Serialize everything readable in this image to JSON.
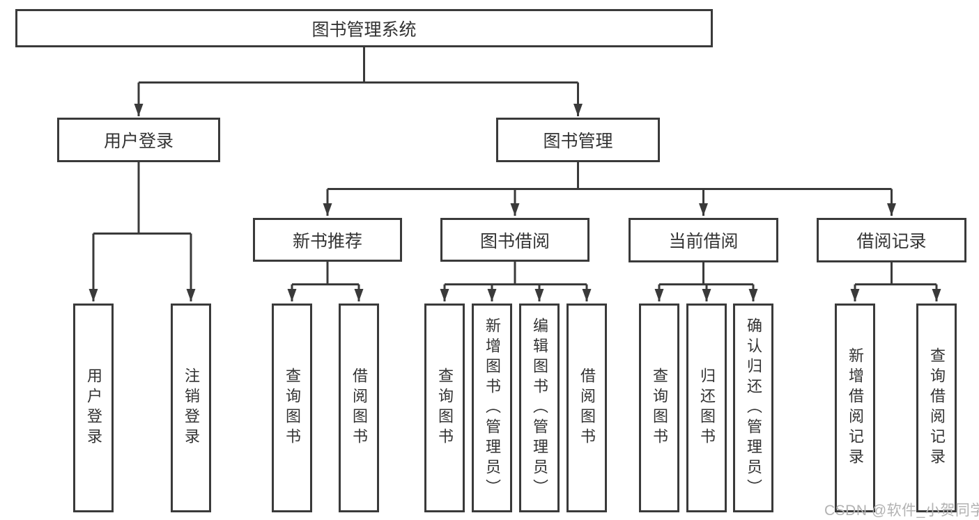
{
  "diagram": {
    "root": {
      "label": "图书管理系统"
    },
    "branches": [
      {
        "label": "用户登录",
        "children": [
          {
            "label": "用户登录"
          },
          {
            "label": "注销登录"
          }
        ]
      },
      {
        "label": "图书管理",
        "children": [
          {
            "label": "新书推荐",
            "children": [
              {
                "label": "查询图书"
              },
              {
                "label": "借阅图书"
              }
            ]
          },
          {
            "label": "图书借阅",
            "children": [
              {
                "label": "查询图书"
              },
              {
                "label": "新增图书（管理员）"
              },
              {
                "label": "编辑图书（管理员）"
              },
              {
                "label": "借阅图书"
              }
            ]
          },
          {
            "label": "当前借阅",
            "children": [
              {
                "label": "查询图书"
              },
              {
                "label": "归还图书"
              },
              {
                "label": "确认归还（管理员）"
              }
            ]
          },
          {
            "label": "借阅记录",
            "children": [
              {
                "label": "新增借阅记录"
              },
              {
                "label": "查询借阅记录"
              }
            ]
          }
        ]
      }
    ]
  },
  "watermark": {
    "text": "CSDN @软件_小贺同学"
  },
  "colors": {
    "line": "#3a3a3a",
    "border": "#3a3a3a",
    "text": "#333333",
    "watermark": "#b2b2b2",
    "background": "#ffffff"
  }
}
